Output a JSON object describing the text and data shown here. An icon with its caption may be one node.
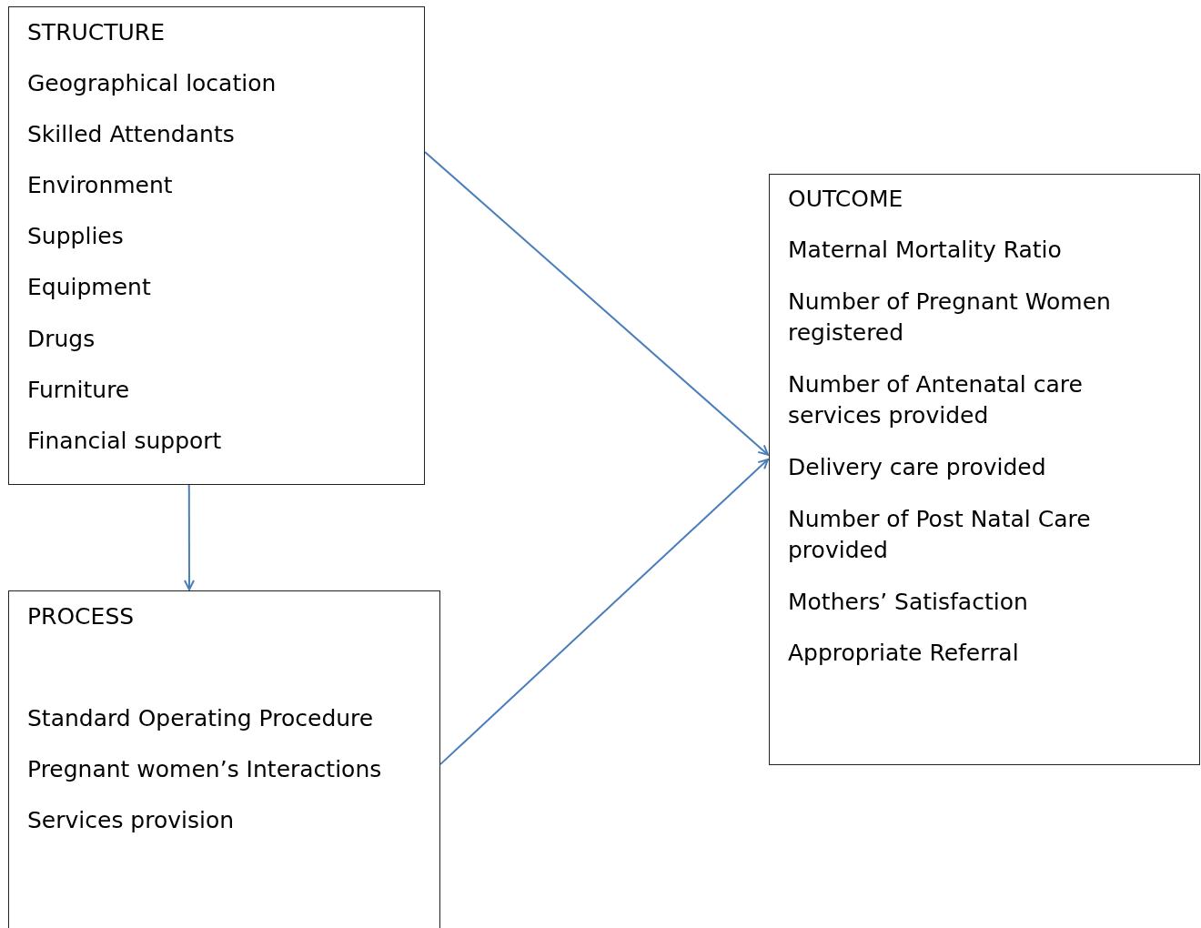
{
  "diagram": {
    "nodes": [
      {
        "text": [
          "STRUCTURE",
          "Geographical location",
          "Skilled Attendants",
          "Environment",
          "Supplies",
          "Equipment",
          "Drugs",
          "Furniture",
          "Financial support"
        ]
      },
      {
        "text": [
          "PROCESS",
          "Standard Operating Procedure",
          "Pregnant women’s Interactions",
          "Services provision"
        ]
      },
      {
        "text": [
          "OUTCOME",
          "Maternal Mortality Ratio",
          "Number of Pregnant Women registered",
          "Number of Antenatal care services provided",
          "Delivery care provided",
          "Number of Post Natal Care provided",
          "Mothers’ Satisfaction",
          "Appropriate Referral"
        ]
      }
    ],
    "edges": [
      {
        "from": 0,
        "to": 2,
        "arrow": "to"
      },
      {
        "from": 0,
        "to": 1,
        "arrow": "to"
      },
      {
        "from": 1,
        "to": 2,
        "arrow": "to"
      }
    ]
  }
}
